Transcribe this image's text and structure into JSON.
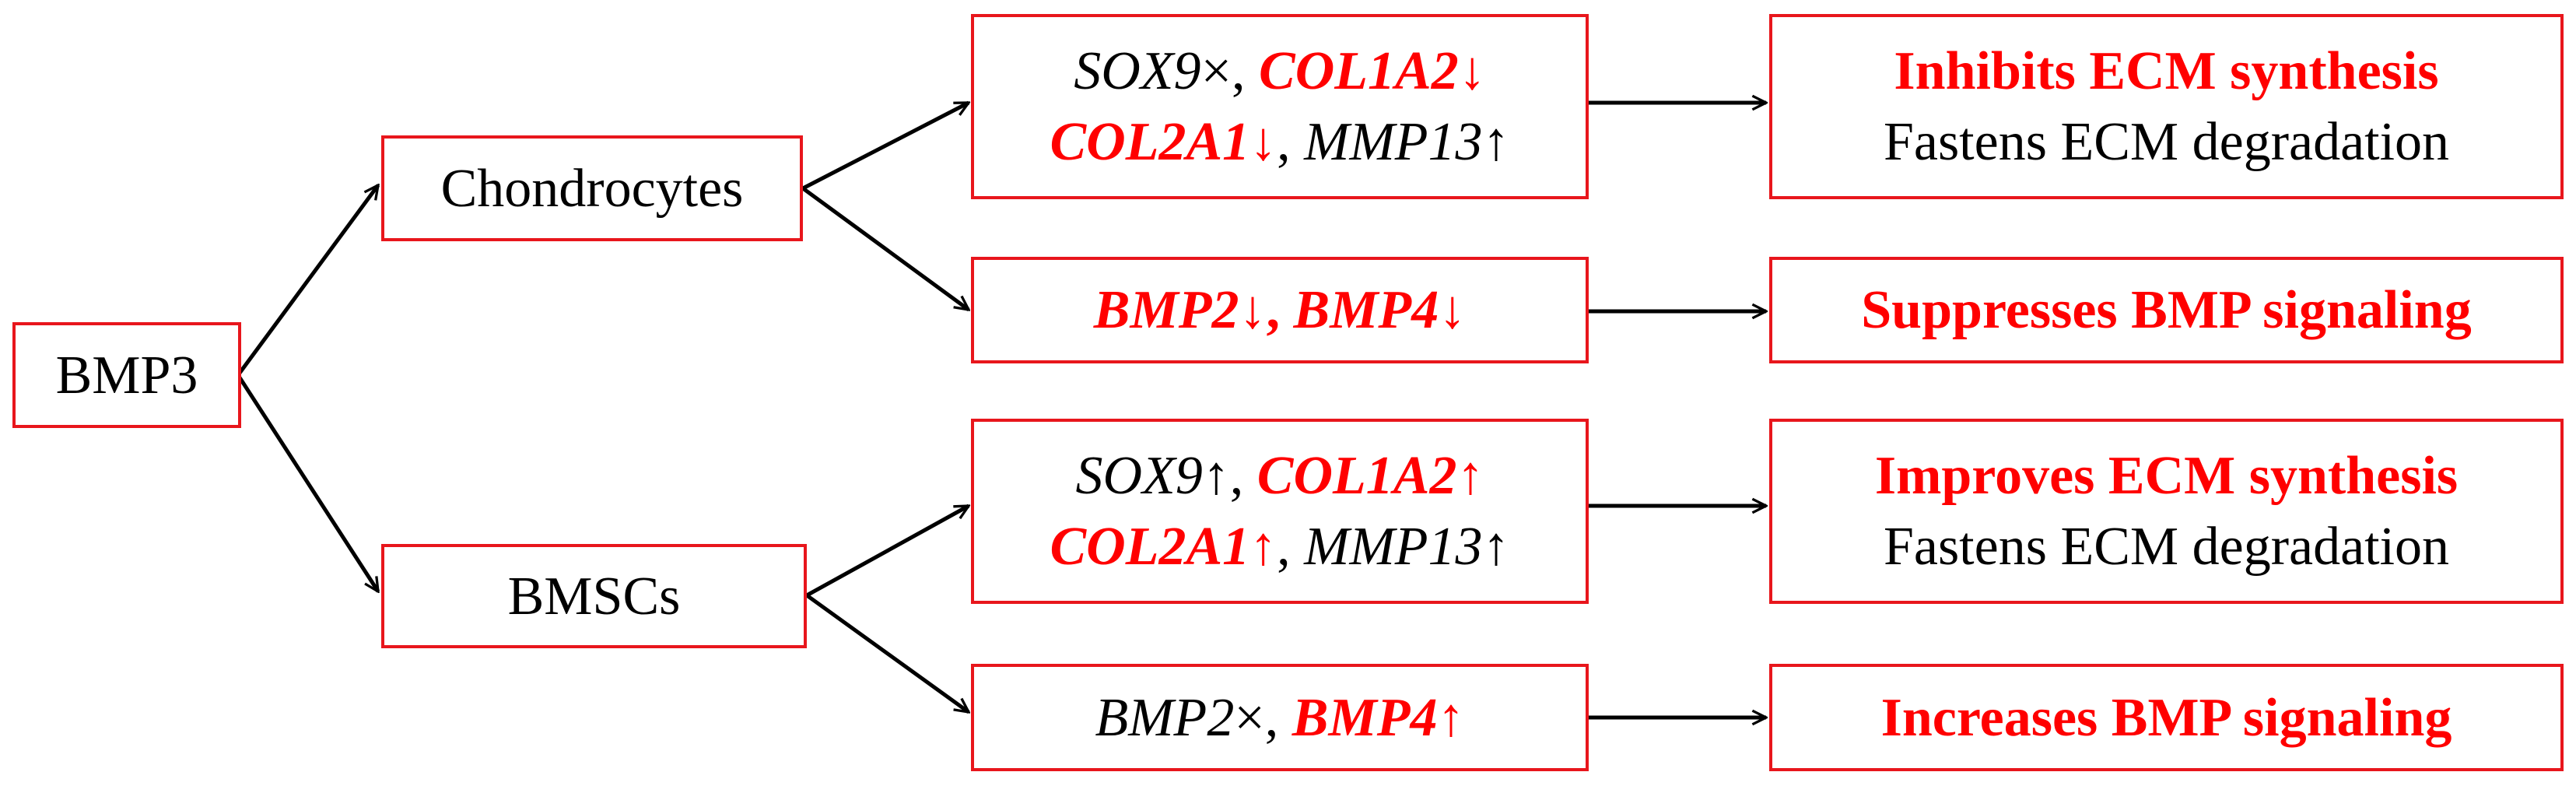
{
  "root": {
    "label": "BMP3"
  },
  "branches": [
    {
      "label": "Chondrocytes"
    },
    {
      "label": "BMSCs"
    }
  ],
  "effects": [
    {
      "line1": [
        {
          "text": "SOX9",
          "style": "gene"
        },
        {
          "text": "×",
          "style": "plain"
        },
        {
          "text": ", ",
          "style": "plain"
        },
        {
          "text": "COL1A2",
          "style": "gene-red-bold"
        },
        {
          "text": "↓",
          "style": "red"
        }
      ],
      "line2": [
        {
          "text": "COL2A1",
          "style": "gene-red-bold"
        },
        {
          "text": "↓",
          "style": "red"
        },
        {
          "text": ", ",
          "style": "plain"
        },
        {
          "text": "MMP13",
          "style": "gene"
        },
        {
          "text": "↑",
          "style": "plain"
        }
      ]
    },
    {
      "line1": [
        {
          "text": "BMP2",
          "style": "gene-red-bold"
        },
        {
          "text": "↓",
          "style": "red"
        },
        {
          "text": ", ",
          "style": "red-bold"
        },
        {
          "text": "BMP4",
          "style": "gene-red-bold"
        },
        {
          "text": "↓",
          "style": "red"
        }
      ]
    },
    {
      "line1": [
        {
          "text": "SOX9",
          "style": "gene"
        },
        {
          "text": "↑",
          "style": "plain"
        },
        {
          "text": ", ",
          "style": "plain"
        },
        {
          "text": "COL1A2",
          "style": "gene-red-bold"
        },
        {
          "text": "↑",
          "style": "red"
        }
      ],
      "line2": [
        {
          "text": "COL2A1",
          "style": "gene-red-bold"
        },
        {
          "text": "↑",
          "style": "red"
        },
        {
          "text": ", ",
          "style": "plain"
        },
        {
          "text": "MMP13",
          "style": "gene"
        },
        {
          "text": "↑",
          "style": "plain"
        }
      ]
    },
    {
      "line1": [
        {
          "text": "BMP2",
          "style": "gene"
        },
        {
          "text": "×",
          "style": "plain"
        },
        {
          "text": ", ",
          "style": "plain"
        },
        {
          "text": "BMP4",
          "style": "gene-red-bold"
        },
        {
          "text": "↑",
          "style": "red"
        }
      ]
    }
  ],
  "outcomes": [
    {
      "lines": [
        {
          "text": "Inhibits ECM synthesis",
          "style": "red-bold"
        },
        {
          "text": "Fastens ECM degradation",
          "style": "plain"
        }
      ]
    },
    {
      "lines": [
        {
          "text": "Suppresses BMP signaling",
          "style": "red-bold"
        }
      ]
    },
    {
      "lines": [
        {
          "text": "Improves ECM synthesis",
          "style": "red-bold"
        },
        {
          "text": "Fastens ECM degradation",
          "style": "plain"
        }
      ]
    },
    {
      "lines": [
        {
          "text": "Increases BMP signaling",
          "style": "red-bold"
        }
      ]
    }
  ],
  "colors": {
    "box_border": "#e8161c",
    "highlight_text": "#ff0000",
    "arrow": "#000000"
  }
}
